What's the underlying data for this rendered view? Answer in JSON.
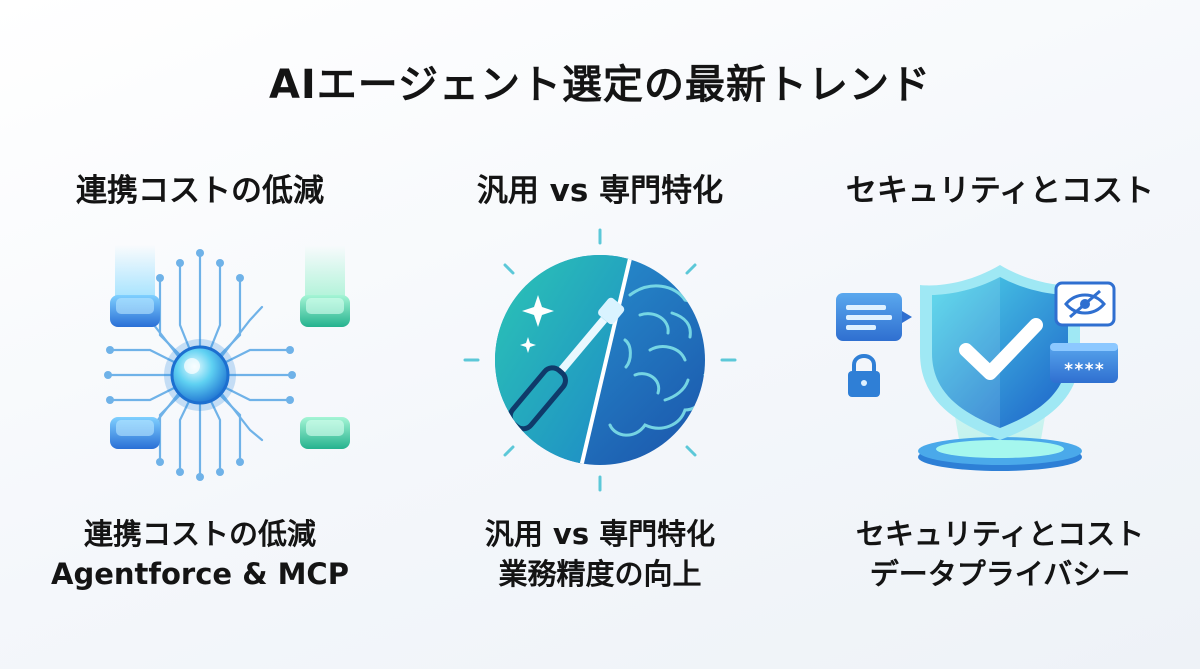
{
  "title": "AIエージェント選定の最新トレンド",
  "columns": [
    {
      "heading": "連携コストの低減",
      "caption_line1": "連携コストの低減",
      "caption_line2": "Agentforce & MCP"
    },
    {
      "heading": "汎用 vs 専門特化",
      "caption_line1": "汎用 vs 専門特化",
      "caption_line2": "業務精度の向上"
    },
    {
      "heading": "セキュリティとコスト",
      "caption_line1": "セキュリティとコスト",
      "caption_line2": "データプライバシー",
      "password_mask": "****"
    }
  ],
  "colors": {
    "text": "#141414",
    "accent_blue": "#2f7fd6",
    "accent_teal": "#38c6b2",
    "line_blue": "#6fb2e8",
    "glow": "#8ff0e0"
  },
  "icons": [
    "network-hub-icon",
    "tool-vs-brain-icon",
    "security-shield-icon",
    "chat-message-icon",
    "padlock-icon",
    "hidden-eye-icon",
    "password-field-icon"
  ]
}
